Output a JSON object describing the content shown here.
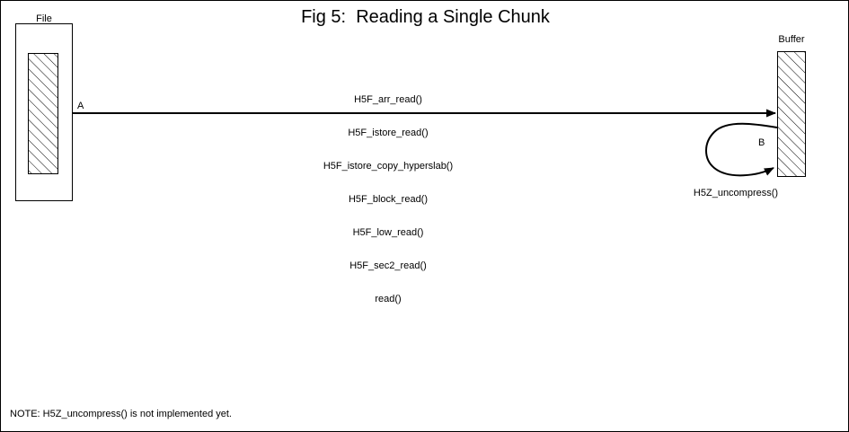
{
  "figure": {
    "title": "Fig 5:  Reading a Single Chunk",
    "note": "NOTE: H5Z_uncompress() is not implemented yet.",
    "background_color": "#ffffff",
    "line_color": "#000000"
  },
  "file_box": {
    "label": "File",
    "hatch_pattern": "diagonal-45"
  },
  "buffer_box": {
    "label": "Buffer",
    "hatch_pattern": "diagonal-45"
  },
  "markers": {
    "a": "A",
    "b": "B"
  },
  "call_stack": {
    "functions": [
      "H5F_arr_read()",
      "H5F_istore_read()",
      "H5F_istore_copy_hyperslab()",
      "H5F_block_read()",
      "H5F_low_read()",
      "H5F_sec2_read()",
      "read()"
    ]
  },
  "loop": {
    "label": "H5Z_uncompress()"
  }
}
